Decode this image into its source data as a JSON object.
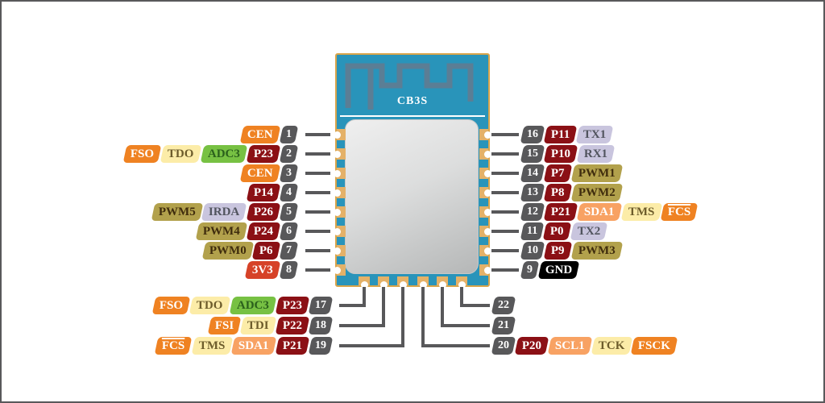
{
  "module": {
    "name": "CB3S",
    "body_color": "#2994ba",
    "edge_color": "#d9a54b",
    "antenna_color": "#5b7e95",
    "pad_color": "#e4b168",
    "leader_line_color": "#58585a",
    "shield_colors": [
      "#efefef",
      "#b5b7b7"
    ]
  },
  "palette": {
    "orange": {
      "bg": "#ef8222",
      "fg": "#ffffff"
    },
    "yellow": {
      "bg": "#fceca8",
      "fg": "#6d5c2b"
    },
    "green": {
      "bg": "#77c143",
      "fg": "#2b611c"
    },
    "maroon": {
      "bg": "#8b1015",
      "fg": "#ffffff"
    },
    "red": {
      "bg": "#d64228",
      "fg": "#ffffff"
    },
    "olive": {
      "bg": "#b2a14c",
      "fg": "#3f2c0d"
    },
    "lavender": {
      "bg": "#c9c5de",
      "fg": "#51545e"
    },
    "salmon": {
      "bg": "#f8a263",
      "fg": "#ffffff"
    },
    "black": {
      "bg": "#000000",
      "fg": "#ffffff"
    },
    "num": {
      "bg": "#58585a",
      "fg": "#ffffff"
    }
  },
  "pins": {
    "left": [
      {
        "num": "1",
        "labels": [
          {
            "t": "CEN",
            "c": "orange"
          }
        ]
      },
      {
        "num": "2",
        "labels": [
          {
            "t": "FSO",
            "c": "orange"
          },
          {
            "t": "TDO",
            "c": "yellow"
          },
          {
            "t": "ADC3",
            "c": "green"
          },
          {
            "t": "P23",
            "c": "maroon"
          }
        ]
      },
      {
        "num": "3",
        "labels": [
          {
            "t": "CEN",
            "c": "orange"
          }
        ]
      },
      {
        "num": "4",
        "labels": [
          {
            "t": "P14",
            "c": "maroon"
          }
        ]
      },
      {
        "num": "5",
        "labels": [
          {
            "t": "PWM5",
            "c": "olive"
          },
          {
            "t": "IRDA",
            "c": "lavender"
          },
          {
            "t": "P26",
            "c": "maroon"
          }
        ]
      },
      {
        "num": "6",
        "labels": [
          {
            "t": "PWM4",
            "c": "olive"
          },
          {
            "t": "P24",
            "c": "maroon"
          }
        ]
      },
      {
        "num": "7",
        "labels": [
          {
            "t": "PWM0",
            "c": "olive"
          },
          {
            "t": "P6",
            "c": "maroon"
          }
        ]
      },
      {
        "num": "8",
        "labels": [
          {
            "t": "3V3",
            "c": "red"
          }
        ]
      }
    ],
    "right": [
      {
        "num": "16",
        "labels": [
          {
            "t": "P11",
            "c": "maroon"
          },
          {
            "t": "TX1",
            "c": "lavender"
          }
        ]
      },
      {
        "num": "15",
        "labels": [
          {
            "t": "P10",
            "c": "maroon"
          },
          {
            "t": "RX1",
            "c": "lavender"
          }
        ]
      },
      {
        "num": "14",
        "labels": [
          {
            "t": "P7",
            "c": "maroon"
          },
          {
            "t": "PWM1",
            "c": "olive"
          }
        ]
      },
      {
        "num": "13",
        "labels": [
          {
            "t": "P8",
            "c": "maroon"
          },
          {
            "t": "PWM2",
            "c": "olive"
          }
        ]
      },
      {
        "num": "12",
        "labels": [
          {
            "t": "P21",
            "c": "maroon"
          },
          {
            "t": "SDA1",
            "c": "salmon"
          },
          {
            "t": "TMS",
            "c": "yellow"
          },
          {
            "t": "FCS",
            "c": "orange",
            "overline": true
          }
        ]
      },
      {
        "num": "11",
        "labels": [
          {
            "t": "P0",
            "c": "maroon"
          },
          {
            "t": "TX2",
            "c": "lavender"
          }
        ]
      },
      {
        "num": "10",
        "labels": [
          {
            "t": "P9",
            "c": "maroon"
          },
          {
            "t": "PWM3",
            "c": "olive"
          }
        ]
      },
      {
        "num": "9",
        "labels": [
          {
            "t": "GND",
            "c": "black"
          }
        ]
      }
    ],
    "bottom_left": [
      {
        "num": "17",
        "labels": [
          {
            "t": "FSO",
            "c": "orange"
          },
          {
            "t": "TDO",
            "c": "yellow"
          },
          {
            "t": "ADC3",
            "c": "green"
          },
          {
            "t": "P23",
            "c": "maroon"
          }
        ]
      },
      {
        "num": "18",
        "labels": [
          {
            "t": "FSI",
            "c": "orange"
          },
          {
            "t": "TDI",
            "c": "yellow"
          },
          {
            "t": "P22",
            "c": "maroon"
          }
        ]
      },
      {
        "num": "19",
        "labels": [
          {
            "t": "FCS",
            "c": "orange",
            "overline": true
          },
          {
            "t": "TMS",
            "c": "yellow"
          },
          {
            "t": "SDA1",
            "c": "salmon"
          },
          {
            "t": "P21",
            "c": "maroon"
          }
        ]
      }
    ],
    "bottom_right": [
      {
        "num": "22",
        "labels": []
      },
      {
        "num": "21",
        "labels": []
      },
      {
        "num": "20",
        "labels": [
          {
            "t": "P20",
            "c": "maroon"
          },
          {
            "t": "SCL1",
            "c": "salmon"
          },
          {
            "t": "TCK",
            "c": "yellow"
          },
          {
            "t": "FSCK",
            "c": "orange"
          }
        ]
      }
    ]
  }
}
